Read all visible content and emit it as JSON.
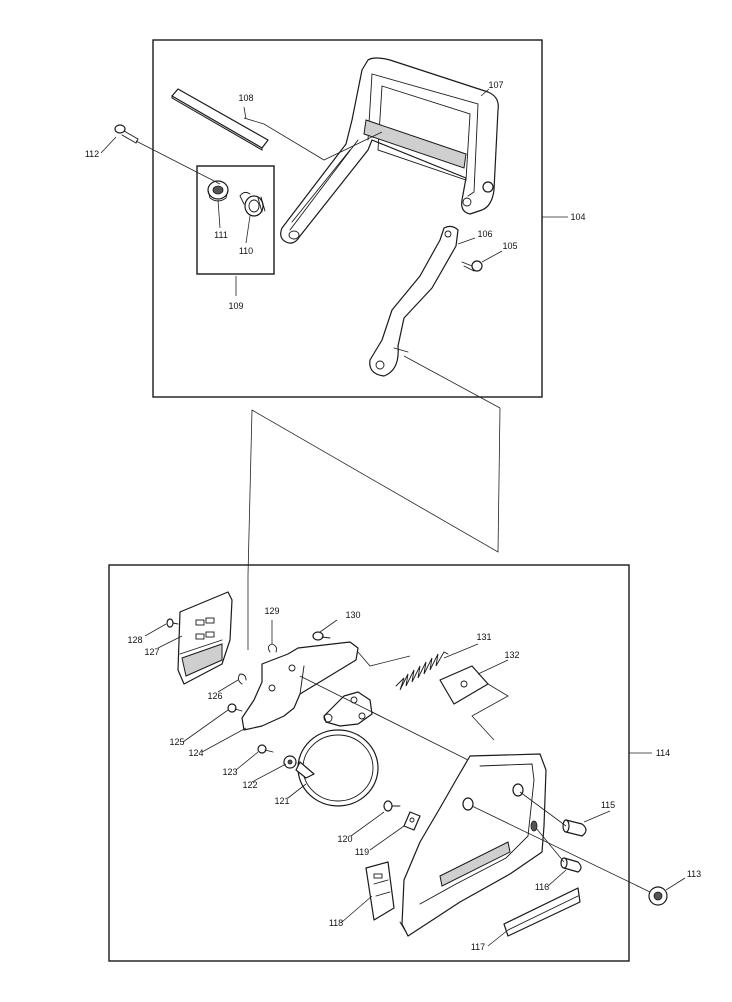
{
  "diagram": {
    "upper_group": {
      "assembly_label": "104",
      "subgroup_label": "109",
      "parts": [
        "105",
        "106",
        "107",
        "108",
        "110",
        "111",
        "112"
      ]
    },
    "lower_group": {
      "assembly_label": "114",
      "parts": [
        "113",
        "115",
        "116",
        "117",
        "118",
        "119",
        "120",
        "121",
        "122",
        "123",
        "124",
        "125",
        "126",
        "127",
        "128",
        "129",
        "130",
        "131",
        "132"
      ]
    }
  }
}
